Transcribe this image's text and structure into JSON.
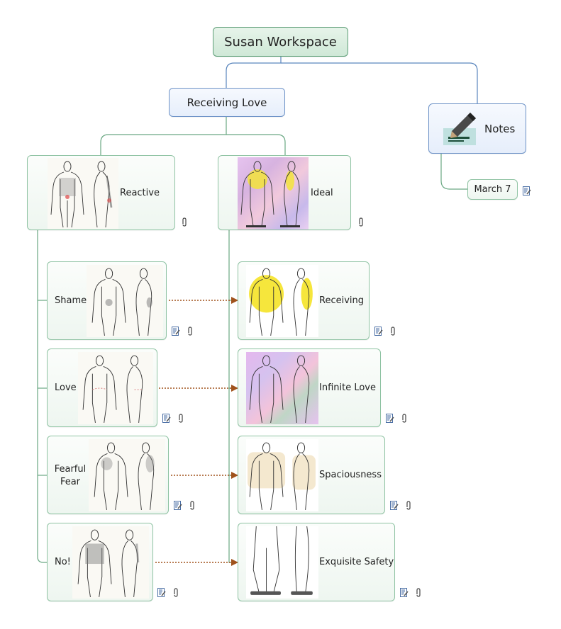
{
  "root": {
    "title": "Susan Workspace"
  },
  "branch": {
    "title": "Receiving Love"
  },
  "notes": {
    "title": "Notes",
    "icon": "pen-note-icon",
    "child": "March 7"
  },
  "parents": [
    {
      "label": "Reactive"
    },
    {
      "label": "Ideal"
    }
  ],
  "reactive_children": [
    {
      "label": "Shame"
    },
    {
      "label": "Love"
    },
    {
      "label": "Fearful\nFear"
    },
    {
      "label": "No!"
    }
  ],
  "ideal_children": [
    {
      "label": "Receiving"
    },
    {
      "label": "Infinite Love"
    },
    {
      "label": "Spaciousness"
    },
    {
      "label": "Exquisite Safety"
    }
  ],
  "colors": {
    "green_border": "#8fc3a3",
    "blue_border": "#6d92c7",
    "relation_arrow": "#a0521c"
  }
}
